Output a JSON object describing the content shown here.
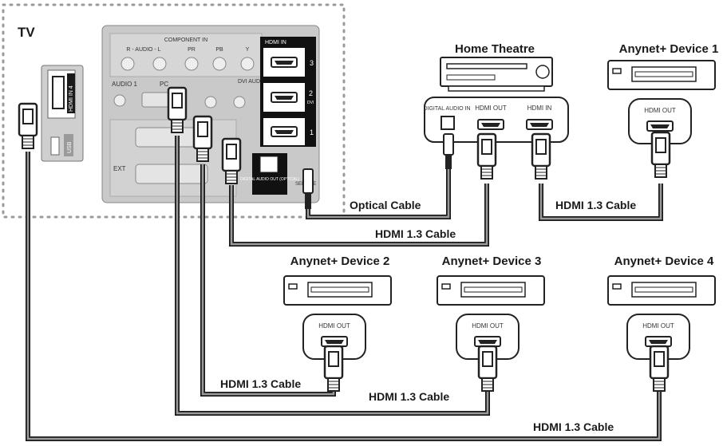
{
  "tv": {
    "label": "TV",
    "component_in": "COMPONENT IN",
    "audio": "R - AUDIO - L",
    "pr": "PR",
    "pb": "PB",
    "y": "Y",
    "audio_in_1": "AUDIO 1",
    "pc": "PC",
    "hdmi_in": "HDMI IN",
    "port_3": "3",
    "port_2": "2",
    "port_2_sub": "DVI",
    "port_1": "1",
    "dvi_audio_in": "DVI AUDIO IN",
    "ext": "EXT",
    "digital_audio_out": "DIGITAL AUDIO OUT (OPTICAL)",
    "service": "SERVICE",
    "side_hdmi": "HDMI IN 4",
    "side_usb": "USB"
  },
  "home_theatre": {
    "label": "Home Theatre",
    "digital_audio_in": "DIGITAL AUDIO IN",
    "hdmi_out": "HDMI OUT",
    "hdmi_in": "HDMI IN"
  },
  "devices": [
    {
      "name": "Anynet+ Device 1",
      "port": "HDMI OUT"
    },
    {
      "name": "Anynet+ Device 2",
      "port": "HDMI OUT"
    },
    {
      "name": "Anynet+ Device 3",
      "port": "HDMI OUT"
    },
    {
      "name": "Anynet+ Device 4",
      "port": "HDMI OUT"
    }
  ],
  "cables": {
    "optical": "Optical Cable",
    "hdmi_ht": "HDMI 1.3 Cable",
    "hdmi_dev1": "HDMI 1.3 Cable",
    "hdmi_dev2": "HDMI 1.3 Cable",
    "hdmi_dev3": "HDMI 1.3 Cable",
    "hdmi_dev4": "HDMI 1.3 Cable"
  }
}
